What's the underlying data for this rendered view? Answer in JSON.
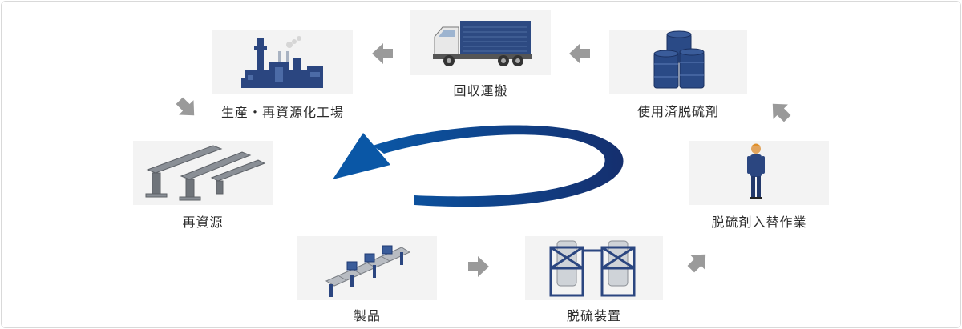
{
  "nodes": {
    "collection": {
      "label": "回収運搬"
    },
    "used_agent": {
      "label": "使用済脱硫剤"
    },
    "factory": {
      "label": "生産・再資源化工場"
    },
    "resource": {
      "label": "再資源"
    },
    "replacement": {
      "label": "脱硫剤入替作業"
    },
    "product": {
      "label": "製品"
    },
    "equipment": {
      "label": "脱硫装置"
    }
  },
  "colors": {
    "navy": "#1f3a73",
    "cycle_blue": "#0e4d96",
    "arrow_gray": "#9a9a9a",
    "panel_bg": "#f3f3f3"
  }
}
